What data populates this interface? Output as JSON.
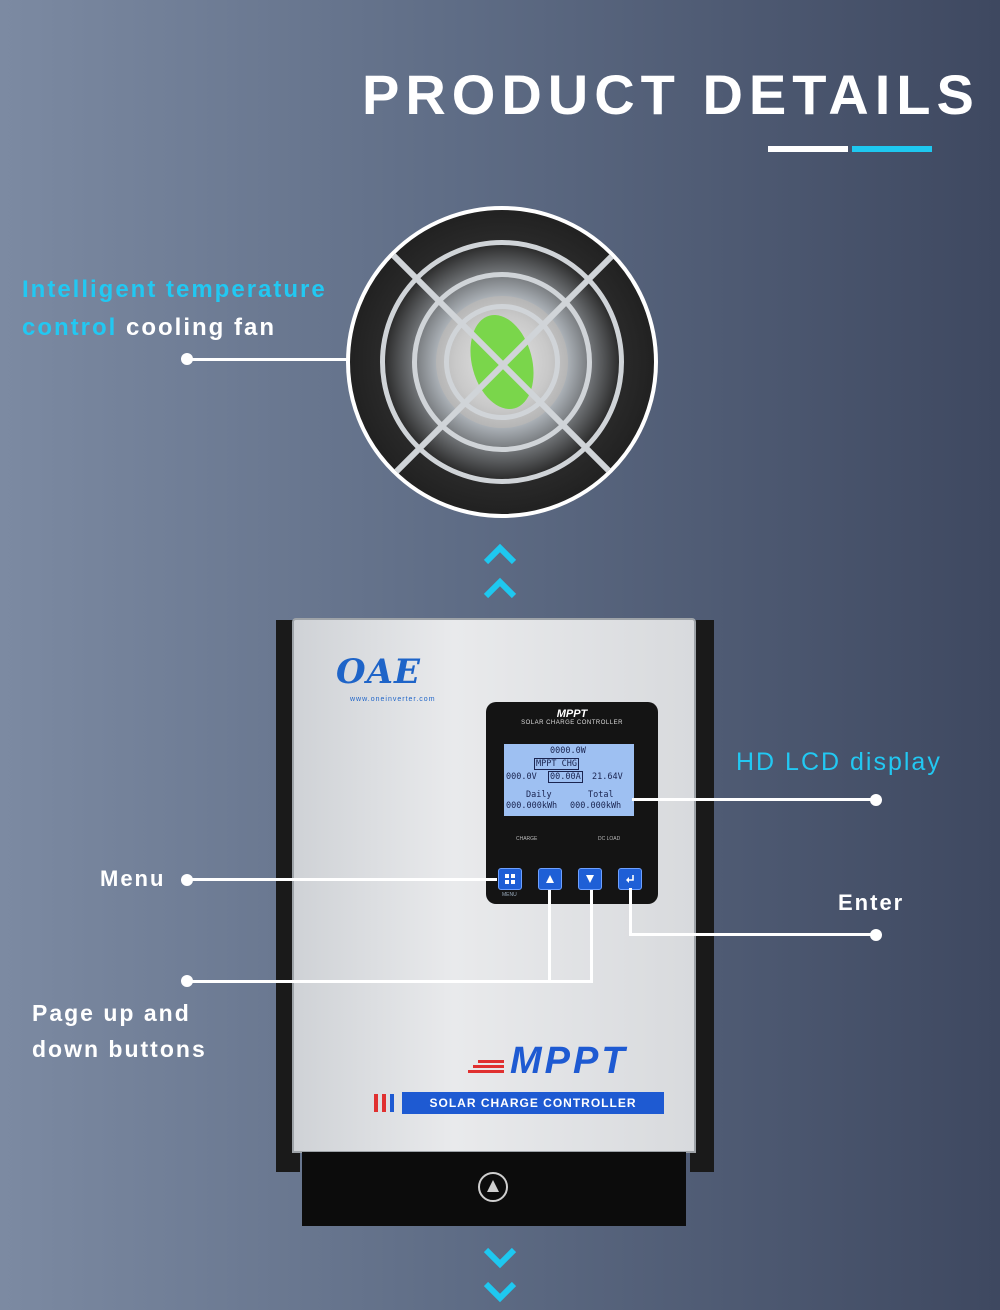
{
  "header": {
    "title": "PRODUCT DETAILS"
  },
  "callouts": {
    "fan_line1": "Intelligent temperature",
    "fan_line2_cyan": "control",
    "fan_line2_white": "cooling fan",
    "lcd": "HD LCD display",
    "menu": "Menu",
    "enter": "Enter",
    "page_line1": "Page up and",
    "page_line2": "down buttons"
  },
  "device": {
    "brand_logo": "OAE",
    "brand_url": "www.oneinverter.com",
    "panel_title": "MPPT",
    "panel_subtitle": "SOLAR CHARGE CONTROLLER",
    "lcd": {
      "power": "0000.0W",
      "mode": "MPPT CHG",
      "voltage_in": "000.0V",
      "current": "00.00A",
      "voltage_bat": "21.64V",
      "daily_label": "Daily",
      "total_label": "Total",
      "daily_value": "000.000kWh",
      "total_value": "000.000kWh"
    },
    "indicators": {
      "charge": "CHARGE",
      "dc_load": "DC LOAD"
    },
    "button_labels": {
      "menu": "MENU"
    },
    "big_label": "MPPT",
    "banner": "SOLAR CHARGE CONTROLLER"
  },
  "colors": {
    "accent_cyan": "#22c8f2",
    "brand_blue": "#1e5ad2"
  },
  "icons": {
    "up_chevrons": "double-chevron-up-icon",
    "down_chevrons": "double-chevron-down-icon",
    "power": "power-icon",
    "menu_button": "grid-icon",
    "up_button": "triangle-up-icon",
    "down_button": "triangle-down-icon",
    "enter_button": "enter-icon"
  }
}
